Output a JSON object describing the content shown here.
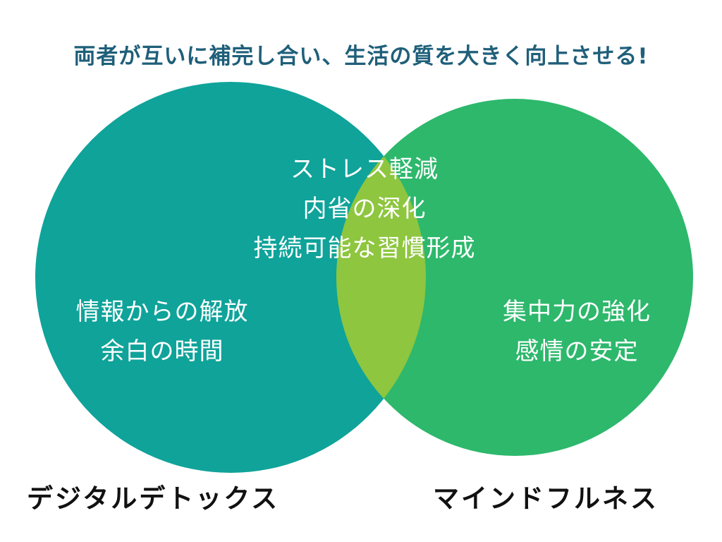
{
  "headline": "両者が互いに補完し合い、生活の質を大きく向上させる!",
  "sets": {
    "left": {
      "name": "デジタルデトックス",
      "items": [
        "情報からの解放",
        "余白の時間"
      ]
    },
    "right": {
      "name": "マインドフルネス",
      "items": [
        "集中力の強化",
        "感情の安定"
      ]
    },
    "overlap": {
      "items": [
        "ストレス軽減",
        "内省の深化",
        "持続可能な習慣形成"
      ]
    }
  },
  "colors": {
    "headline": "#1f5f7a",
    "left_circle": "#0fa39a",
    "right_circle": "#2db86c",
    "overlap": "#8ec63f",
    "label_text": "#ffffff",
    "set_name_text": "#111111"
  }
}
